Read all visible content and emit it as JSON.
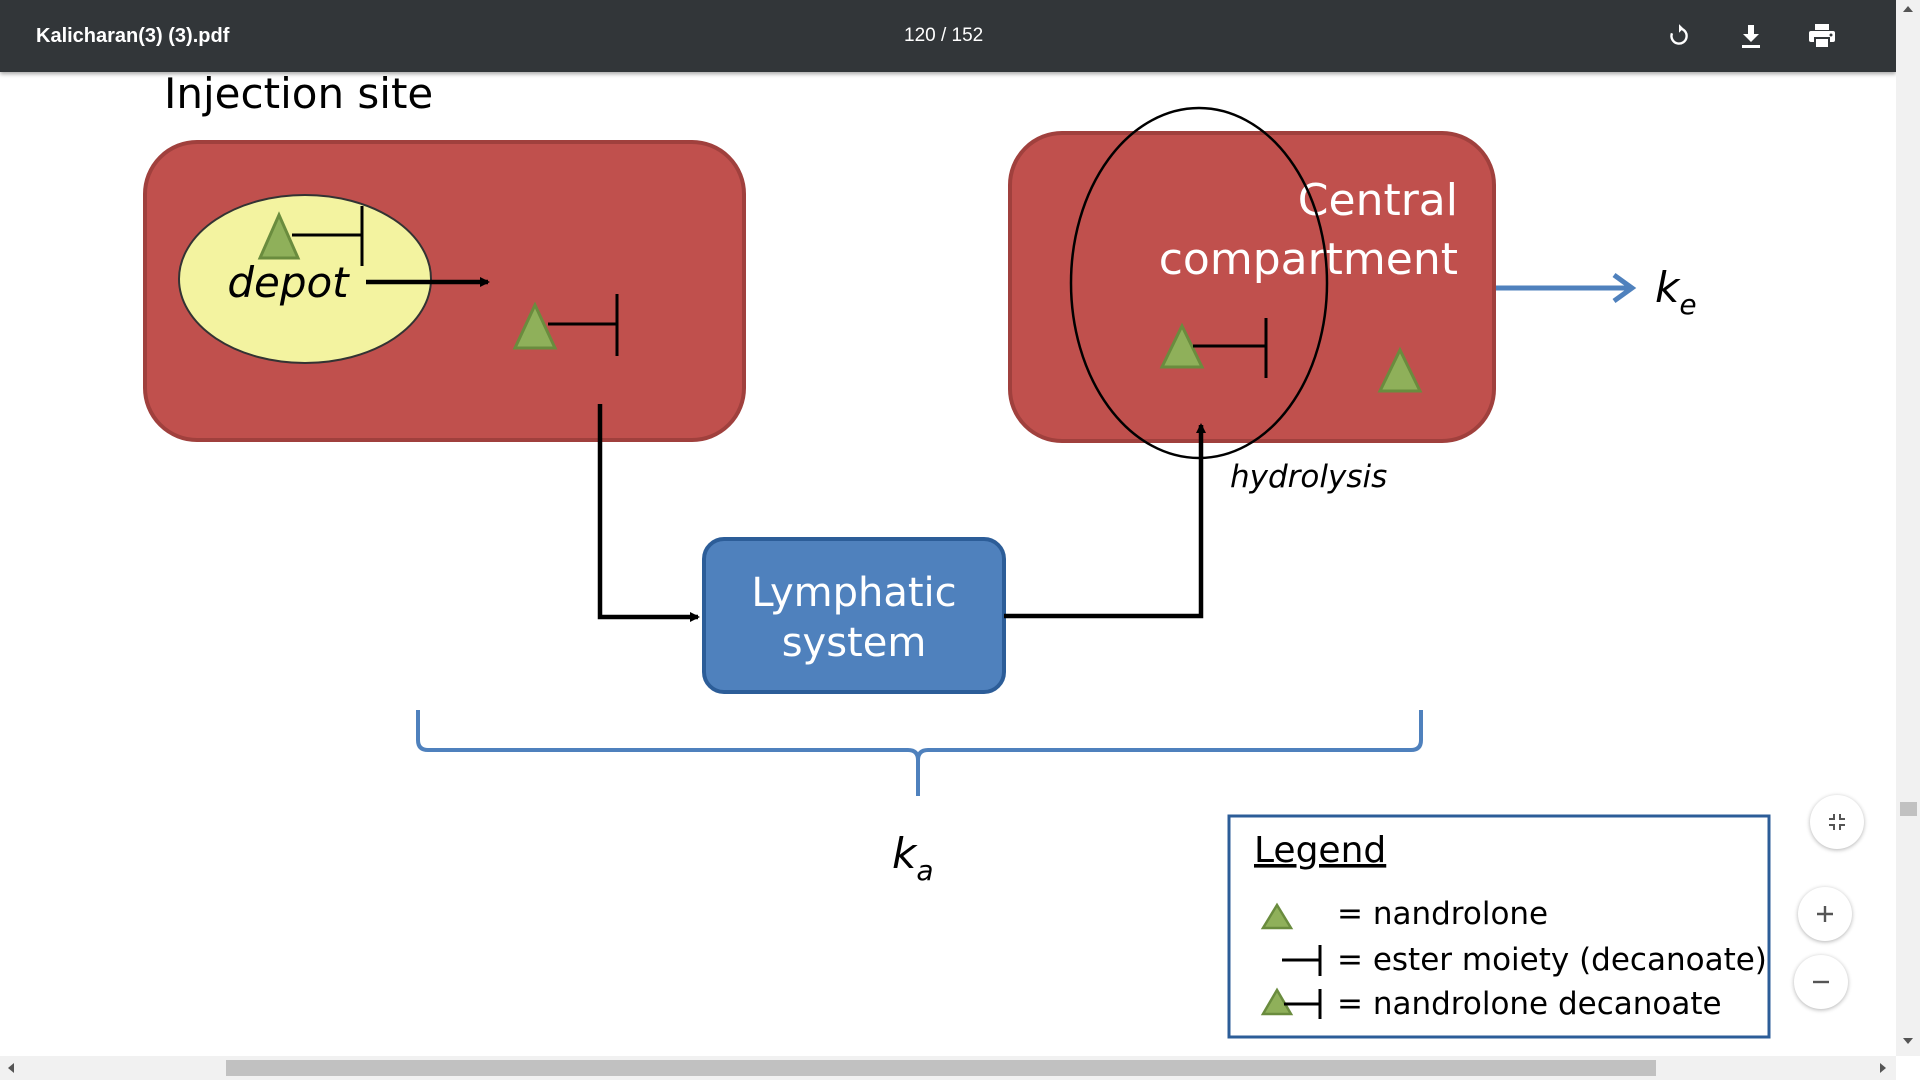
{
  "toolbar": {
    "title": "Kalicharan(3) (3).pdf",
    "page_indicator": "120 / 152",
    "rotate_icon": "rotate-icon",
    "download_icon": "download-icon",
    "print_icon": "print-icon"
  },
  "diagram": {
    "heading": "Injection site",
    "depot_label": "depot",
    "central_line1": "Central",
    "central_line2": "compartment",
    "hydrolysis_label": "hydrolysis",
    "lymphatic_line1": "Lymphatic",
    "lymphatic_line2": "system",
    "ke_main": "k",
    "ke_sub": "e",
    "ka_main": "k",
    "ka_sub": "a",
    "legend": {
      "title": "Legend",
      "nandrolone": "= nandrolone",
      "ester": "= ester moiety (decanoate)",
      "decanoate": "= nandrolone decanoate"
    },
    "colors": {
      "compartment_fill": "#c0504d",
      "compartment_stroke": "#a0403d",
      "depot_fill": "#f3f3a0",
      "lymphatic_fill": "#4f81bd",
      "lymphatic_stroke": "#2c5d98",
      "triangle_fill": "#8fb05a",
      "triangle_stroke": "#6a8c3e",
      "arrow_blue": "#4f81bd",
      "legend_border": "#2c5d98"
    }
  },
  "zoom": {
    "fit_icon": "fit-to-page-icon",
    "zoom_in_icon": "zoom-in-icon",
    "zoom_out_icon": "zoom-out-icon"
  }
}
